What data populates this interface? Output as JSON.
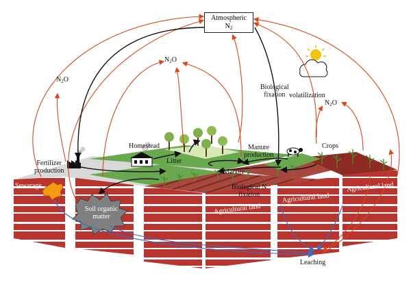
{
  "labels": {
    "atmospheric_n2": "Atmospheric",
    "atmospheric_n2_sub": "N",
    "atmospheric_n2_subscript": "2",
    "n2o_left": "N",
    "n2o_mid": "N",
    "n2o_right": "N",
    "n2o_sub": "2",
    "n2o_suffix": "O",
    "biological_fixation_1": "Biological",
    "biological_fixation_2": "fixation",
    "volatilization": "volatilization",
    "fertilizer_production_1": "Fertilizer",
    "fertilizer_production_2": "production",
    "homestead": "Homestead",
    "litter": "Litter",
    "manure_production_1": "Manure",
    "manure_production_2": "production",
    "crops": "Crops",
    "manure": "Manure",
    "biological_n_fixation_1": "Biological N",
    "biological_n_fixation_2": "fixation",
    "sewarage": "Sewarage",
    "soil_organic_matter_1": "Soil organic",
    "soil_organic_matter_2": "matter",
    "agricultural_land_1": "Agricultural land",
    "agricultural_land_2": "Agricultural land",
    "agricultural_land_3": "Agricultural land",
    "leaching": "Leaching"
  },
  "colors": {
    "soil_brick": "#b7342f",
    "soil_brick_dark": "#8e2320",
    "grass": "#6aa84f",
    "grass_light": "#c5dd9a",
    "field_stripe": "#9b3a32",
    "arrow_orange": "#d9471b",
    "arrow_black": "#111111",
    "arrow_blue": "#3a6fc4",
    "smoke": "#9a9a9a",
    "sun": "#f4c20d"
  },
  "icons": [
    "sun-icon",
    "cloud-icon",
    "factory-icon",
    "homestead-icon",
    "cow-icon",
    "tree-icon",
    "crop-icon",
    "sewage-blob-icon",
    "soil-organic-matter-burst"
  ]
}
